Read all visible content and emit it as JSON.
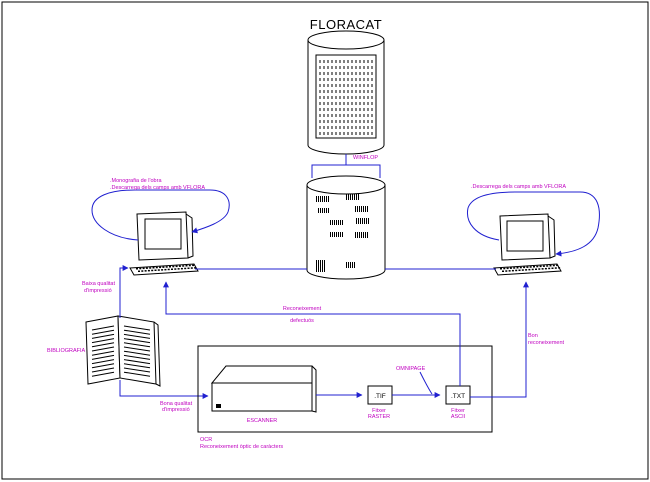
{
  "colors": {
    "line": "#2020d0",
    "label": "#c000c0",
    "ink": "#000000"
  },
  "labels": {
    "floracat": "FLORACAT",
    "winflop": "WINFLOP",
    "left_pc_line1": ".Monografia de l'obra",
    "left_pc_line2": ".Descarrega dels camps amb VFLORA",
    "right_pc_line1": ".Descarrega dels camps amb VFLORA",
    "poor_quality_line1": "Baixa qualitat",
    "poor_quality_line2": "d'impressió",
    "bibliografia": "BIBLIOGRAFIA",
    "reconeixement_line1": "Reconeixement",
    "reconeixement_line2": "defectuós",
    "bon_line1": "Bon",
    "bon_line2": "reconeixement",
    "omnipage": "OMNIPAGE",
    "good_quality_line1": "Bona qualitat",
    "good_quality_line2": "d'impressió",
    "scanner": "ESCANNER",
    "tif": ".TIF",
    "fitxer_raster_line1": "Fitxer",
    "fitxer_raster_line2": "RASTER",
    "txt": ".TXT",
    "fitxer_ascii_line1": "Fitxer",
    "fitxer_ascii_line2": "ASCII",
    "ocr_line1": "OCR",
    "ocr_line2": "Reconeixement òptic de caràcters"
  },
  "icons": [
    "database-cylinder-icon",
    "server-cylinder-icon",
    "monitor-icon",
    "keyboard-icon",
    "open-book-icon",
    "scanner-icon",
    "file-icon"
  ]
}
